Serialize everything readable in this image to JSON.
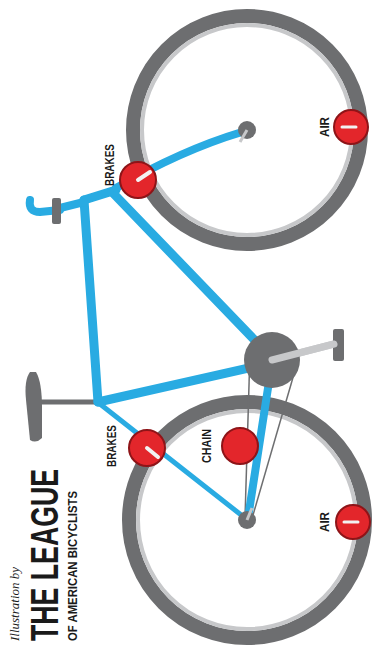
{
  "diagram": {
    "labels": [
      "Illustration by",
      "THE LEAGUE",
      "OF AMERICAN BICYCLISTS",
      "BRAKES",
      "AIR",
      "BRAKES",
      "CHAIN",
      "AIR"
    ]
  }
}
